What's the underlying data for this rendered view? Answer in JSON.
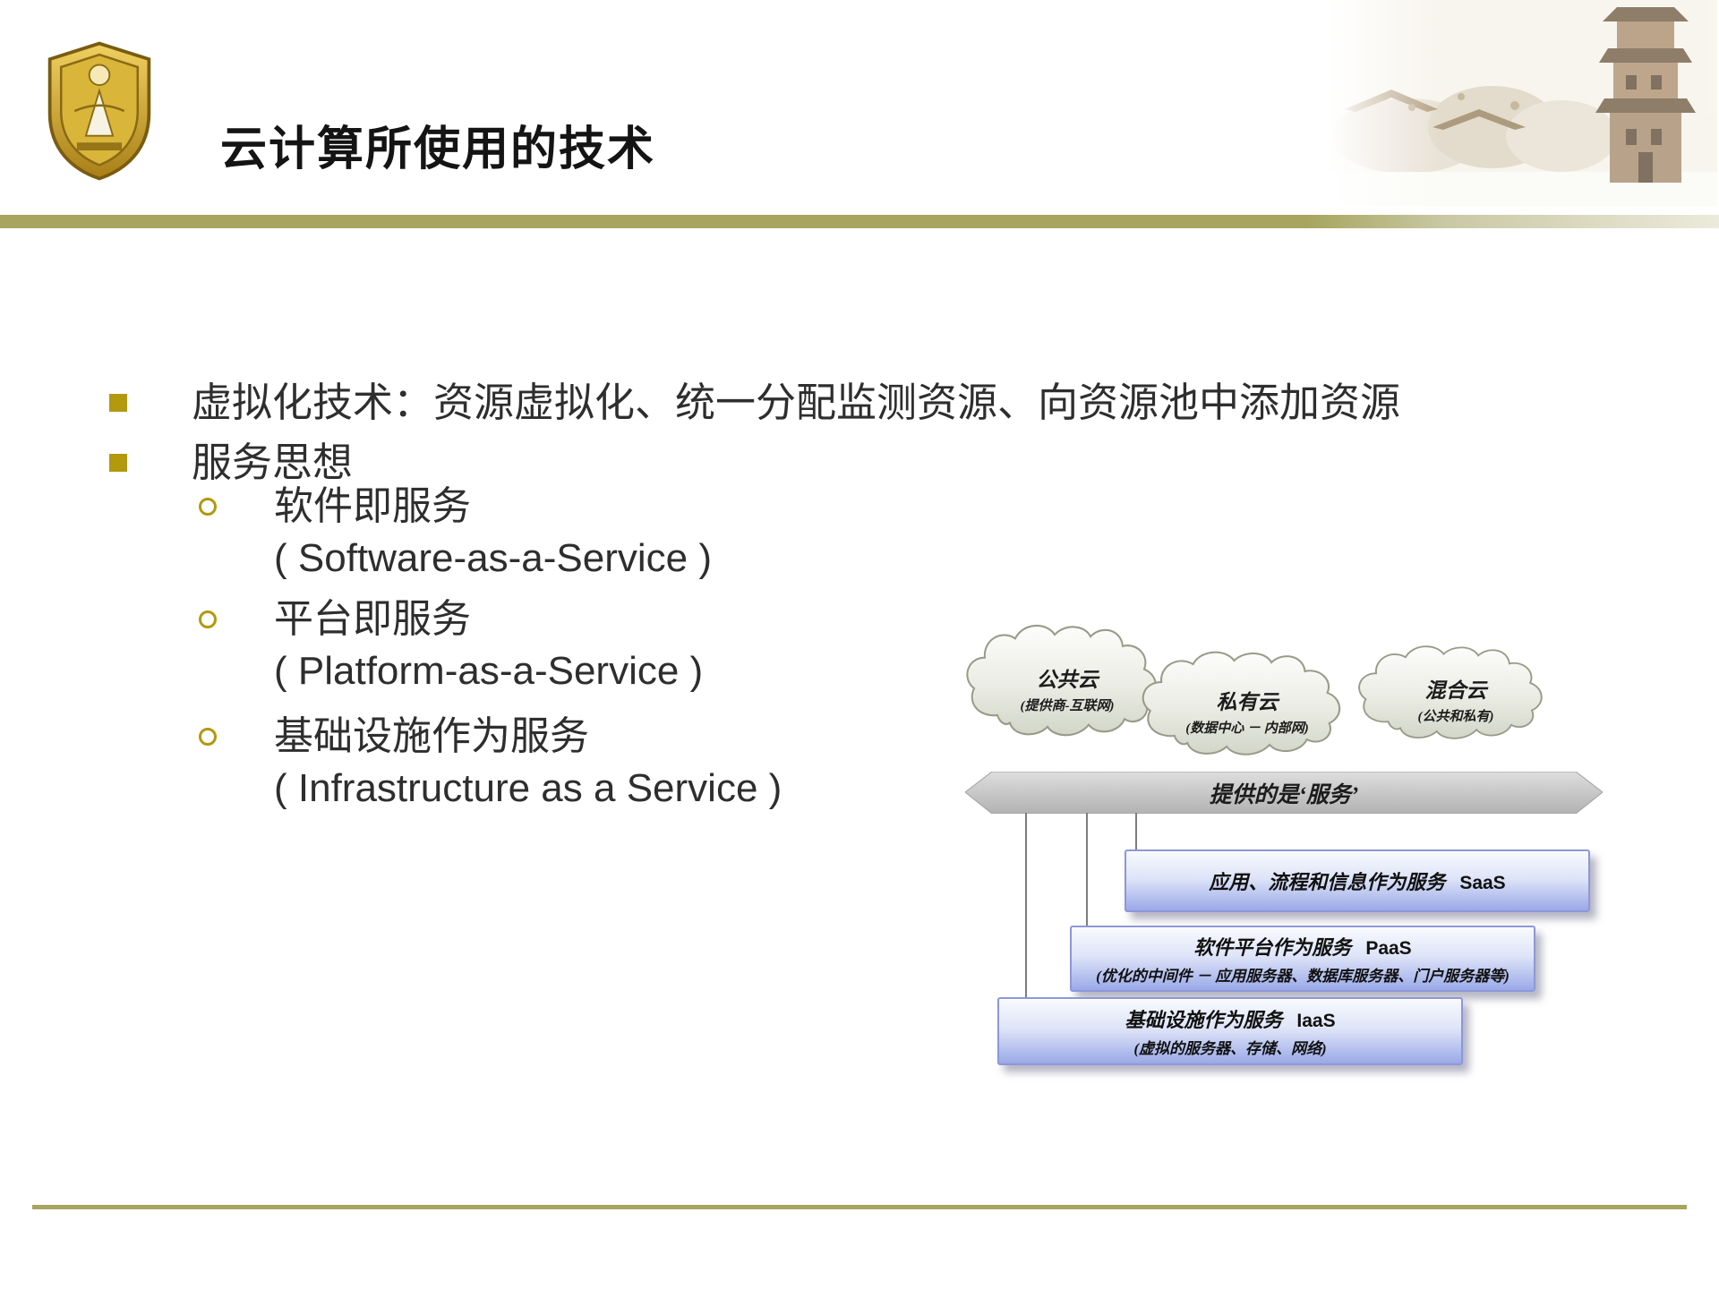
{
  "slide": {
    "title": "云计算所使用的技术"
  },
  "bullets": {
    "items": [
      {
        "text": "虚拟化技术：资源虚拟化、统一分配监测资源、向资源池中添加资源"
      },
      {
        "text": "服务思想"
      }
    ],
    "sub_items": [
      {
        "zh": "软件即服务",
        "en": "( Software-as-a-Service )"
      },
      {
        "zh": "平台即服务",
        "en": "( Platform-as-a-Service )"
      },
      {
        "zh": "基础设施作为服务",
        "en": "( Infrastructure as a Service )"
      }
    ]
  },
  "diagram": {
    "clouds": [
      {
        "title": "公共云",
        "subtitle": "(提供商-互联网)"
      },
      {
        "title": "私有云",
        "subtitle": "(数据中心 － 内部网)"
      },
      {
        "title": "混合云",
        "subtitle": "(公共和私有)"
      }
    ],
    "banner": "提供的是‘服务’",
    "boxes": [
      {
        "zh": "应用、流程和信息作为服务",
        "en": "SaaS",
        "subtitle": ""
      },
      {
        "zh": "软件平台作为服务",
        "en": "PaaS",
        "subtitle": "(优化的中间件 － 应用服务器、数据库服务器、门户服务器等)"
      },
      {
        "zh": "基础设施作为服务",
        "en": "IaaS",
        "subtitle": "(虚拟的服务器、存储、网络)"
      }
    ]
  },
  "colors": {
    "accent_band": "#a7a55e",
    "bullet_marker": "#b2990e",
    "box_border": "#8d97d8",
    "box_fill_bottom": "#9aa9e8",
    "connector": "#7d7d7d"
  }
}
